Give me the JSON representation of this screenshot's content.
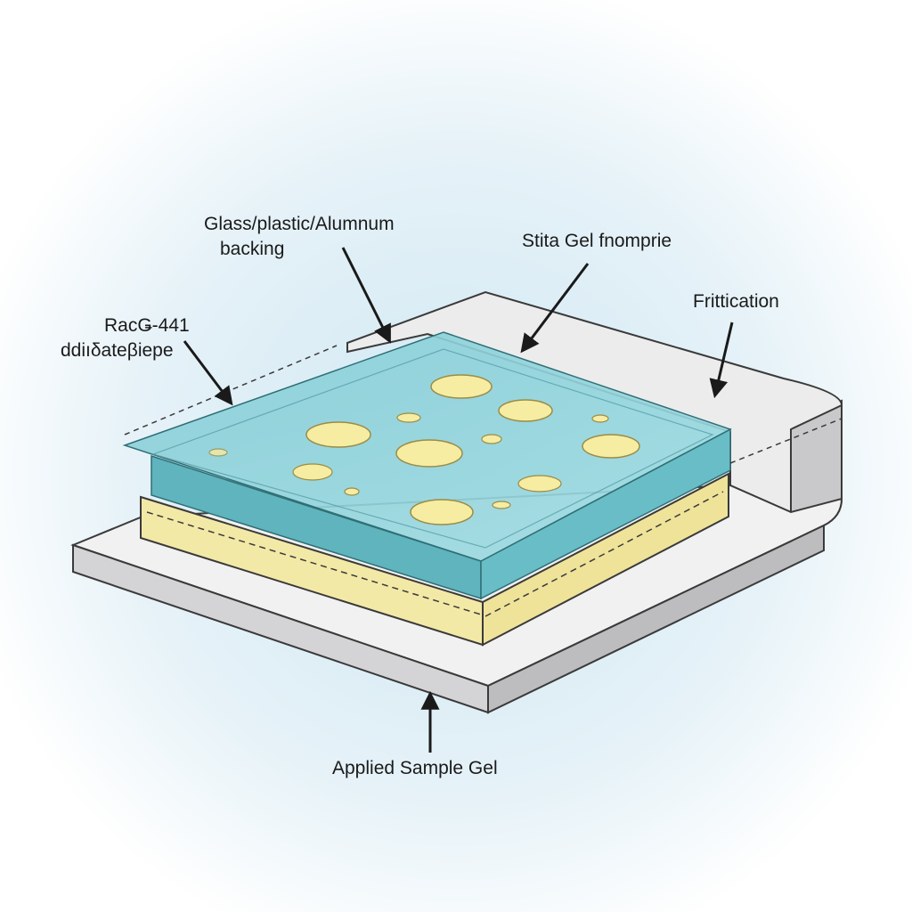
{
  "labels": {
    "backing": [
      "Glass/plastic/Alumnum",
      "backing"
    ],
    "silica_gel": "Stita Gel fnomprie",
    "frittication": "Frittication",
    "left_label": [
      "RacǤ-441",
      "ddiıδateβiepe"
    ],
    "applied_sample": "Applied Sample Gel"
  },
  "colors": {
    "background_glow": "#cfe7f2",
    "tray_top": "#efeff0",
    "tray_side": "#c9c9cb",
    "tray_outline": "#3a3a3a",
    "yellow_layer": "#f5ecab",
    "gel_top": "#7fc9d2",
    "gel_side": "#5ab0ba",
    "spots": "#f5eba0",
    "arrows": "#1a1a1a"
  },
  "spot_count": 14
}
